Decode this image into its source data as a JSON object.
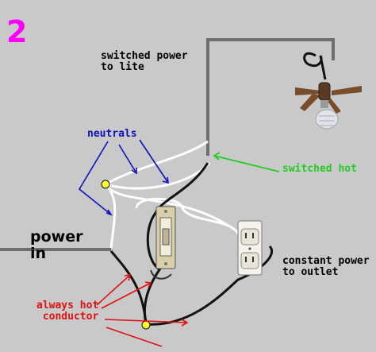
{
  "step_number": "2",
  "labels": {
    "switched_power_line1": "switched power",
    "switched_power_line2": "to lite",
    "neutrals": "neutrals",
    "switched_hot": "switched hot",
    "power_line1": "power",
    "power_line2": "in",
    "constant_power_line1": "constant power",
    "constant_power_line2": "to outlet",
    "always_hot_line1": "always hot",
    "always_hot_line2": "conductor"
  },
  "colors": {
    "background": "#c9c9c9",
    "cable": "#6e6e6e",
    "neutral_wire": "#ffffff",
    "hot_wire": "#111111",
    "splice": "#ffff33",
    "step_label": "#ff00ff",
    "neutrals_label": "#1010c0",
    "switched_hot_label": "#22cc22",
    "always_hot_label": "#e01010"
  },
  "icons": [
    "ceiling-fan-icon",
    "light-switch-icon",
    "duplex-outlet-icon",
    "wire-nut-icon"
  ]
}
